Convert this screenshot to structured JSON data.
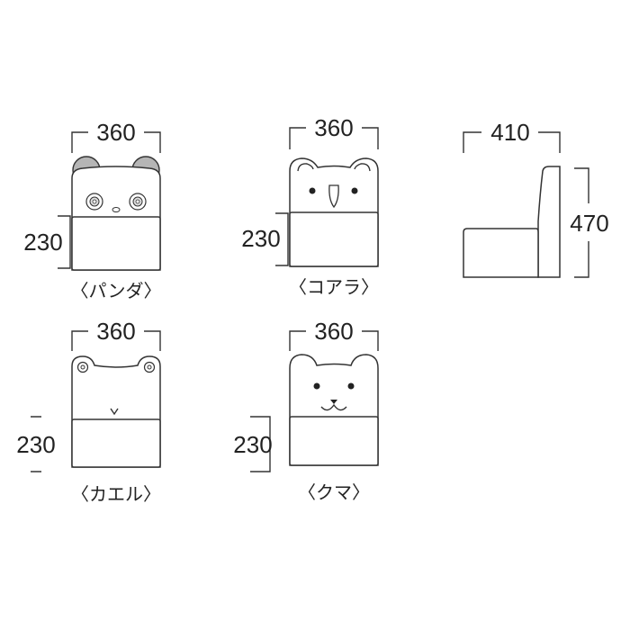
{
  "figures": {
    "panda": {
      "width": "360",
      "seat_height": "230",
      "caption": "〈パンダ〉",
      "ear_color": "#b5b5b5"
    },
    "koala": {
      "width": "360",
      "seat_height": "230",
      "caption": "〈コアラ〉"
    },
    "side": {
      "depth": "410",
      "height": "470"
    },
    "frog": {
      "width": "360",
      "seat_height": "230",
      "caption": "〈カエル〉"
    },
    "bear": {
      "width": "360",
      "seat_height": "230",
      "caption": "〈クマ〉"
    }
  }
}
